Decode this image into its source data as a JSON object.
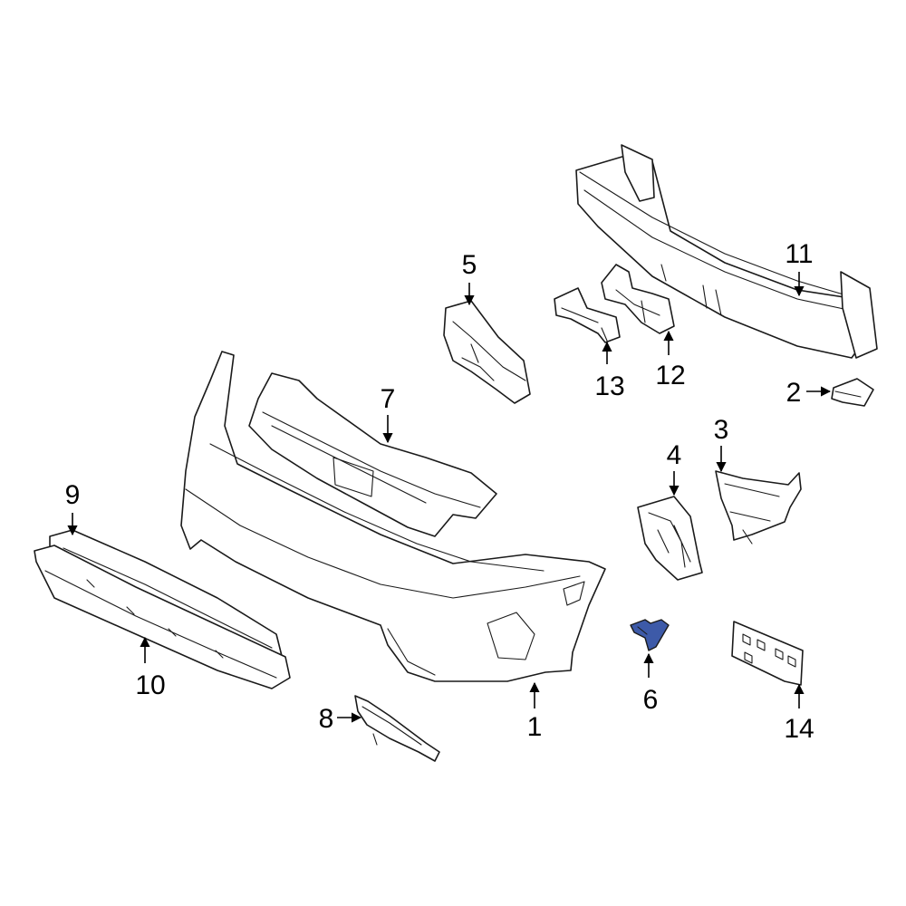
{
  "colors": {
    "background": "#ffffff",
    "line": "#1a1a1a",
    "highlight": "#3d5aa8"
  },
  "callouts": {
    "c1": "1",
    "c2": "2",
    "c3": "3",
    "c4": "4",
    "c5": "5",
    "c6": "6",
    "c7": "7",
    "c8": "8",
    "c9": "9",
    "c10": "10",
    "c11": "11",
    "c12": "12",
    "c13": "13",
    "c14": "14"
  },
  "highlighted_part": "6"
}
